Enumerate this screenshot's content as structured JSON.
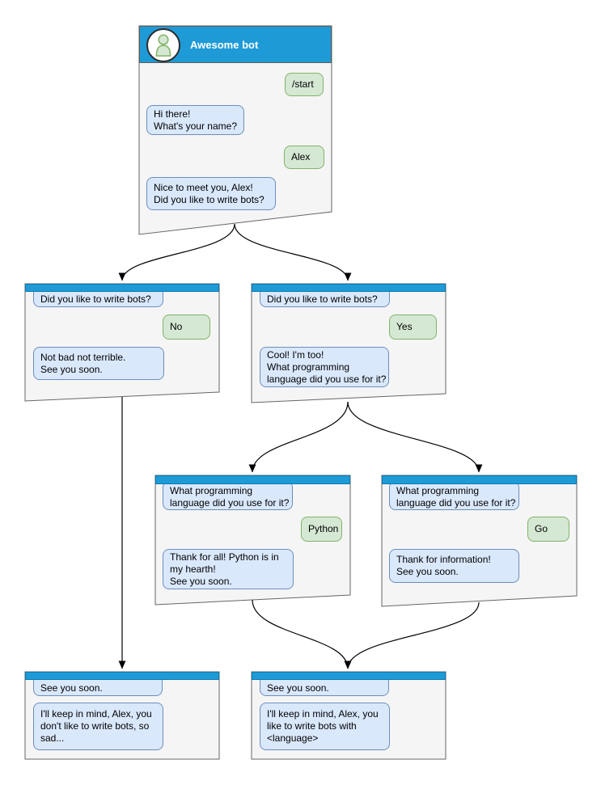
{
  "colors": {
    "header_blue": "#1e9bd7",
    "window_fill": "#f5f5f5",
    "window_border": "#666666",
    "bot_bubble_fill": "#dae8fc",
    "bot_bubble_border": "#6c8ebf",
    "user_bubble_fill": "#d5e8d4",
    "user_bubble_border": "#82b366",
    "arrow": "#000000"
  },
  "main_window": {
    "title": "Awesome bot",
    "avatar_icon": "person-icon",
    "messages": {
      "start_command": "/start",
      "greeting": "Hi there!\nWhat's your name?",
      "name_reply": "Alex",
      "nice_to_meet": "Nice to meet you, Alex!\nDid you like to write bots?"
    }
  },
  "no_window": {
    "question": "Did you like to write bots?",
    "answer": "No",
    "response": "Not bad not terrible.\nSee you soon."
  },
  "yes_window": {
    "question": "Did you like to write bots?",
    "answer": "Yes",
    "response": "Cool! I'm too!\nWhat programming\nlanguage did you use for it?"
  },
  "python_window": {
    "question": "What programming\nlanguage did you use for it?",
    "answer": "Python",
    "response": "Thank for all! Python is in\nmy hearth!\nSee you soon."
  },
  "go_window": {
    "question": "What programming\nlanguage did you use for it?",
    "answer": "Go",
    "response": "Thank for information!\nSee you soon."
  },
  "end_no_window": {
    "question": "See you soon.",
    "response": "I'll keep in mind, Alex, you\ndon't like to write bots, so\nsad..."
  },
  "end_yes_window": {
    "question": "See you soon.",
    "response": "I'll keep in mind, Alex, you\nlike to write bots with\n<language>"
  }
}
